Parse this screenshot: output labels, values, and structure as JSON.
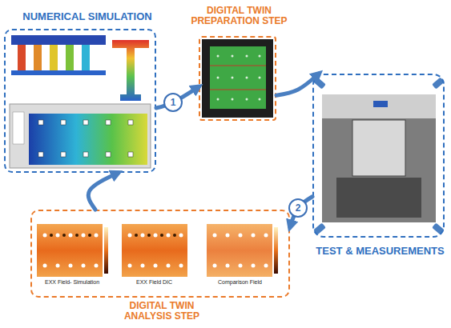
{
  "diagram": {
    "nodes": [
      {
        "text": [
          "NUMERICAL SIMULATION"
        ]
      },
      {
        "text": [
          "DIGITAL TWIN PREPARATION STEP"
        ]
      },
      {
        "text": [
          "TEST & MEASUREMENTS"
        ]
      },
      {
        "text": [
          "DIGITAL TWIN ANALYSIS STEP"
        ]
      }
    ],
    "edges": [
      {
        "from": 0,
        "to": 1,
        "arrow": "to",
        "label": "1"
      },
      {
        "from": 1,
        "to": 2,
        "arrow": "to"
      },
      {
        "from": 2,
        "to": 3,
        "arrow": "to",
        "label": "2"
      },
      {
        "from": 3,
        "to": 0,
        "arrow": "to"
      }
    ],
    "labels": [
      "EXX Field- Simulation",
      "EXX Field DIC",
      "Comparison Field"
    ]
  }
}
